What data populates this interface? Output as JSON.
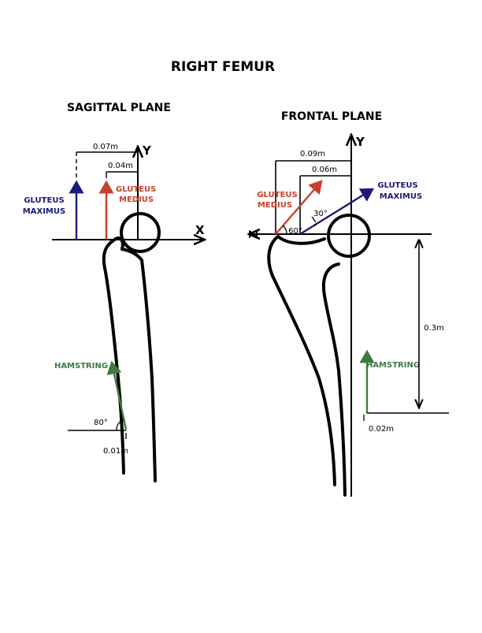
{
  "title": "RIGHT FEMUR",
  "sagittal": {
    "heading": "SAGITTAL PLANE",
    "x_axis": "X",
    "y_axis": "Y",
    "dim_gluteus_maximus": "0.07m",
    "dim_gluteus_medius": "0.04m",
    "gluteus_maximus_l1": "GLUTEUS",
    "gluteus_maximus_l2": "MAXIMUS",
    "gluteus_medius_l1": "GLUTEUS",
    "gluteus_medius_l2": "MEDIUS",
    "hamstring": "HAMSTRING",
    "hamstring_angle": "80°",
    "hamstring_offset": "0.01m"
  },
  "frontal": {
    "heading": "FRONTAL PLANE",
    "z_axis": "Z",
    "y_axis": "Y",
    "dim_outer": "0.09m",
    "dim_inner": "0.06m",
    "gluteus_medius_l1": "GLUTEUS",
    "gluteus_medius_l2": "MEDIUS",
    "gluteus_maximus_l1": "GLUTEUS",
    "gluteus_maximus_l2": "MAXIMUS",
    "angle_medius": "60°",
    "angle_maximus": "30°",
    "hamstring": "HAMSTRING",
    "dim_height": "0.3m",
    "hamstring_offset": "0.02m"
  },
  "colors": {
    "gluteus_maximus": "#1a1a7a",
    "gluteus_medius": "#c8412e",
    "hamstring": "#3f7a45",
    "ink": "#000000"
  }
}
